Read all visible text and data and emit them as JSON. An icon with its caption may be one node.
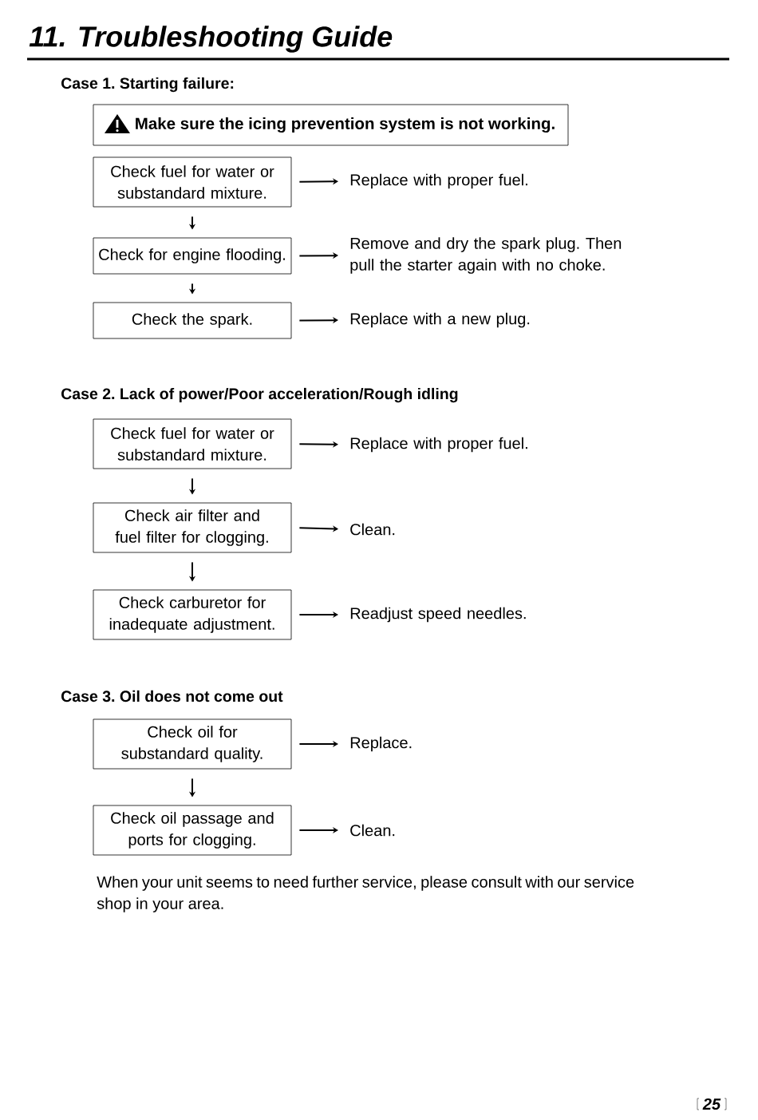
{
  "diagram": {
    "title": "11. Troubleshooting Guide",
    "nodes": [
      {
        "text": [
          "Make sure the icing prevention system is not working."
        ]
      },
      {
        "text": [
          "Check fuel for water or substandard mixture."
        ]
      },
      {
        "text": [
          "Replace with proper fuel."
        ]
      },
      {
        "text": [
          "Check for engine flooding."
        ]
      },
      {
        "text": [
          "Remove and dry the spark plug. Then pull the starter again with no choke."
        ]
      },
      {
        "text": [
          "Check the spark."
        ]
      },
      {
        "text": [
          "Replace with a new plug."
        ]
      },
      {
        "text": [
          "Check fuel for water or substandard mixture."
        ]
      },
      {
        "text": [
          "Replace with proper fuel."
        ]
      },
      {
        "text": [
          "Check air filter and fuel filter for clogging."
        ]
      },
      {
        "text": [
          "Clean."
        ]
      },
      {
        "text": [
          "Check carburetor for inadequate adjustment."
        ]
      },
      {
        "text": [
          "Readjust speed needles."
        ]
      },
      {
        "text": [
          "Check oil for substandard quality."
        ]
      },
      {
        "text": [
          "Replace."
        ]
      },
      {
        "text": [
          "Check oil passage and ports for clogging."
        ]
      },
      {
        "text": [
          "Clean."
        ]
      }
    ],
    "edges": [
      {
        "from": 1,
        "to": 2,
        "arrow": "to"
      },
      {
        "from": 1,
        "to": 3,
        "arrow": "to"
      },
      {
        "from": 3,
        "to": 4,
        "arrow": "to"
      },
      {
        "from": 3,
        "to": 5,
        "arrow": "to"
      },
      {
        "from": 5,
        "to": 6,
        "arrow": "to"
      },
      {
        "from": 7,
        "to": 8,
        "arrow": "to"
      },
      {
        "from": 7,
        "to": 9,
        "arrow": "to"
      },
      {
        "from": 9,
        "to": 10,
        "arrow": "to"
      },
      {
        "from": 9,
        "to": 11,
        "arrow": "to"
      },
      {
        "from": 11,
        "to": 12,
        "arrow": "to"
      },
      {
        "from": 13,
        "to": 14,
        "arrow": "to"
      },
      {
        "from": 13,
        "to": 15,
        "arrow": "to"
      },
      {
        "from": 15,
        "to": 16,
        "arrow": "to"
      }
    ],
    "labels": [
      "Case 1. Starting failure:",
      "Case 2. Lack of power/Poor acceleration/Rough idling",
      "Case 3. Oil does not come out",
      "When your unit seems to need further service, please consult with our service shop in your area.",
      "25"
    ]
  }
}
